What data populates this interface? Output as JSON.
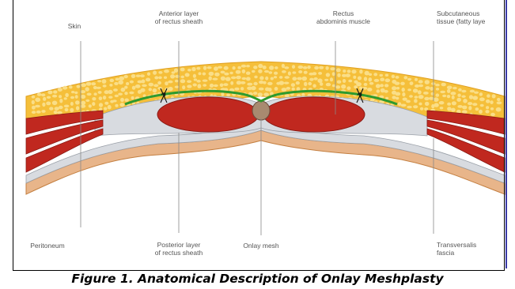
{
  "labels": {
    "skin": "Skin",
    "anterior_layer": [
      "Anterior layer",
      "of rectus sheath"
    ],
    "rectus": [
      "Rectus",
      "abdominis muscle"
    ],
    "subcutaneous": [
      "Subcutaneous",
      "tissue (fatty laye"
    ],
    "peritoneum": "Peritoneum",
    "posterior_layer": [
      "Posterior layer",
      "of rectus sheath"
    ],
    "onlay_mesh": "Onlay mesh",
    "transversalis": [
      "Transversalis",
      "fascia"
    ]
  },
  "caption": "Figure 1. Anatomical Description of Onlay Meshplasty",
  "colors": {
    "fat": "#f5bf3a",
    "fat_globule": "#fbe08c",
    "muscle": "#c0281f",
    "mesh": "#2e9a2e",
    "fascia": "#d8dbe0",
    "peritoneum": "#e8b58a",
    "frame_edge": "#3a3aa8"
  },
  "icons": [
    "suture-knot-left-icon",
    "suture-knot-right-icon"
  ]
}
